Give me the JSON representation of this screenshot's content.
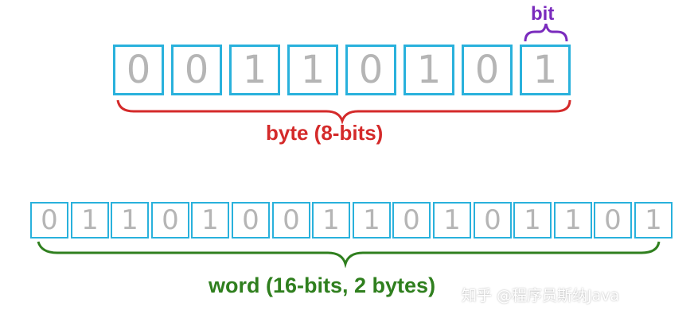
{
  "byte": {
    "bits": [
      "0",
      "0",
      "1",
      "1",
      "0",
      "1",
      "0",
      "1"
    ],
    "label": "byte (8-bits)",
    "brace_color": "#d42a2a"
  },
  "bit": {
    "label": "bit",
    "brace_color": "#7a2bbd"
  },
  "word": {
    "bits": [
      "0",
      "1",
      "1",
      "0",
      "1",
      "0",
      "0",
      "1",
      "1",
      "0",
      "1",
      "0",
      "1",
      "1",
      "0",
      "1"
    ],
    "label": "word (16-bits, 2 bytes)",
    "brace_color": "#2f7f1e"
  },
  "box_border_color": "#29b1dc",
  "watermark": "知乎 @程序员斯纳Java"
}
